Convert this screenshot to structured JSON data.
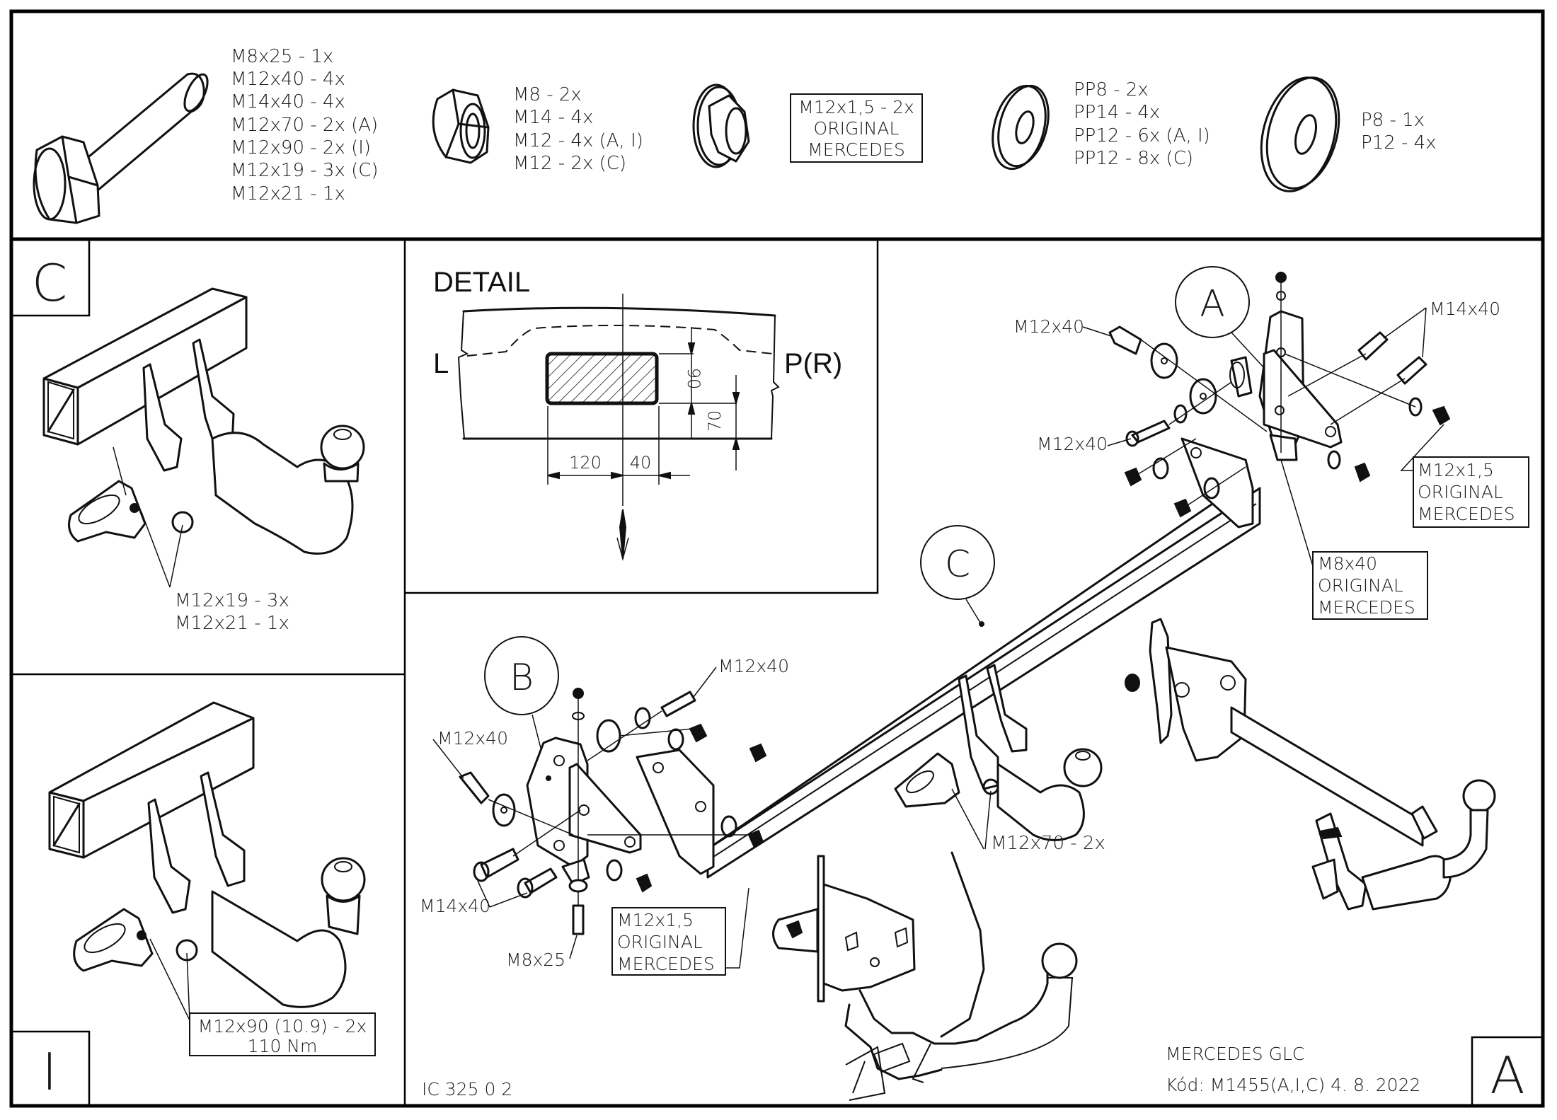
{
  "parts_list": {
    "bolts": [
      "M8x25 - 1x",
      "M12x40 - 4x",
      "M14x40 - 4x",
      "M12x70 - 2x (A)",
      "M12x90 - 2x (I)",
      "M12x19 - 3x (C)",
      "M12x21 - 1x"
    ],
    "nuts": [
      "M8 - 2x",
      "M14 - 4x",
      "M12 - 4x (A, I)",
      "M12 - 2x (C)"
    ],
    "flange_nut_box": [
      "M12x1,5 - 2x",
      "ORIGINAL",
      "MERCEDES"
    ],
    "small_washers": [
      "PP8 - 2x",
      "PP14 - 4x",
      "PP12 - 6x (A, I)",
      "PP12 - 8x (C)"
    ],
    "large_washers": [
      "P8 - 1x",
      "P12 - 4x"
    ]
  },
  "panel_c": {
    "label": "C",
    "callout": [
      "M12x19 - 3x",
      "M12x21 - 1x"
    ]
  },
  "panel_i": {
    "label": "I",
    "callout": [
      "M12x90 (10.9) - 2x",
      "110 Nm"
    ]
  },
  "detail": {
    "title": "DETAIL",
    "left_label": "L",
    "right_label": "P(R)",
    "dim_height": "90",
    "dim_offset": "70",
    "dim_left": "120",
    "dim_right": "40"
  },
  "main": {
    "balloon_a": "A",
    "balloon_b": "B",
    "balloon_c": "C",
    "a_m12x40_top": "M12x40",
    "a_m12x40_bottom": "M12x40",
    "a_m14x40": "M14x40",
    "a_nut_box": [
      "M12x1,5",
      "ORIGINAL",
      "MERCEDES"
    ],
    "a_bolt_box": [
      "M8x40",
      "ORIGINAL",
      "MERCEDES"
    ],
    "b_m12x40_top": "M12x40",
    "b_m12x40_left": "M12x40",
    "b_m14x40": "M14x40",
    "b_m8x25": "M8x25",
    "b_nut_box": [
      "M12x1,5",
      "ORIGINAL",
      "MERCEDES"
    ],
    "c_m12x70": "M12x70 - 2x"
  },
  "title_block": {
    "drawing_no": "IC 325 0 2",
    "vehicle": "MERCEDES GLC",
    "code_date": "Kód: M1455(A,I,C)  4. 8. 2022",
    "variant": "A"
  }
}
